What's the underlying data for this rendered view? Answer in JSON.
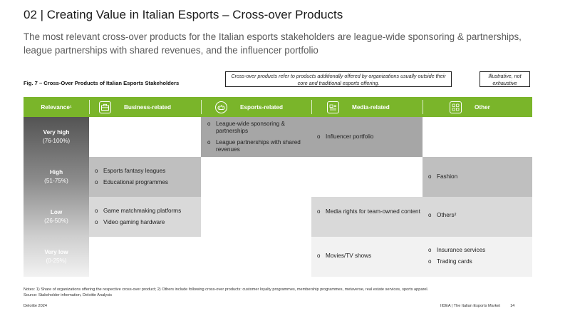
{
  "header": {
    "title": "02 | Creating Value in Italian Esports – Cross-over Products",
    "subtitle": "The most relevant cross-over products for the Italian esports stakeholders are league-wide sponsoring & partnerships, league partnerships with shared revenues, and the influencer portfolio"
  },
  "figure": {
    "label": "Fig. 7 – Cross-Over Products of Italian Esports Stakeholders",
    "definition": "Cross-over products refer to products additionally offered by organizations usually outside their core and traditional esports offering.",
    "illustrative": "Illustrative, not exhaustive"
  },
  "matrix": {
    "relevance_header": "Relevance¹",
    "columns": [
      {
        "label": "Business-related",
        "icon": "briefcase-icon"
      },
      {
        "label": "Esports-related",
        "icon": "gamepad-icon"
      },
      {
        "label": "Media-related",
        "icon": "newspaper-icon"
      },
      {
        "label": "Other",
        "icon": "grid-icon"
      }
    ],
    "rows": [
      {
        "level": "Very high",
        "range": "(76-100%)"
      },
      {
        "level": "High",
        "range": "(51-75%)"
      },
      {
        "level": "Low",
        "range": "(26-50%)"
      },
      {
        "level": "Very low",
        "range": "(0-25%)"
      }
    ],
    "cells": {
      "esports_veryhigh": [
        "League-wide sponsoring & partnerships",
        "League partnerships with shared revenues"
      ],
      "media_veryhigh": [
        "Influencer portfolio"
      ],
      "business_high": [
        "Esports fantasy leagues",
        "Educational programmes"
      ],
      "other_high": [
        "Fashion"
      ],
      "business_low": [
        "Game matchmaking platforms",
        "Video gaming hardware"
      ],
      "media_low": [
        "Media rights for team-owned content"
      ],
      "other_low": [
        "Others²"
      ],
      "media_verylow": [
        "Movies/TV shows"
      ],
      "other_verylow": [
        "Insurance services",
        "Trading cards"
      ]
    },
    "colors": {
      "header_green": "#7ab52a",
      "very_high": "#a6a6a6",
      "high": "#bfbfbf",
      "low": "#d9d9d9",
      "very_low": "#f2f2f2"
    }
  },
  "notes": {
    "line1": "Notes: 1) Share of organizations offering the respective cross-over product; 2) Others include following cross-over products: customer loyalty programmes, membership programmes, metaverse, real estate services, sports apparel.",
    "line2": "Source: Stakeholder information, Deloitte Analysis"
  },
  "footer": {
    "left": "Deloitte 2024",
    "right": "IIDEA | The Italian Esports Market",
    "page": "14"
  }
}
